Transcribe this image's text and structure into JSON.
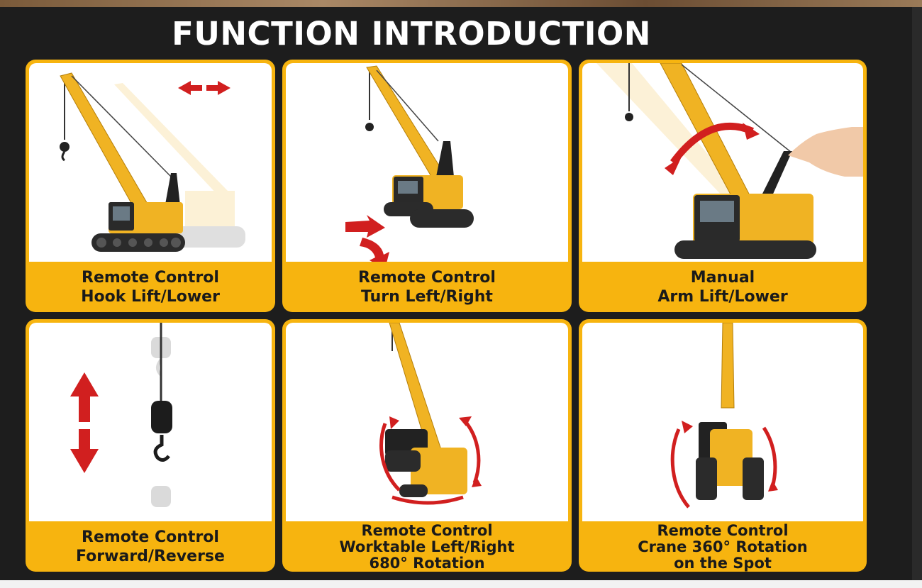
{
  "title": "FUNCTION INTRODUCTION",
  "colors": {
    "background": "#1d1d1d",
    "panel_yellow": "#f7b40f",
    "crane_yellow": "#f0b323",
    "arrow_red": "#d11f1f",
    "text_dark": "#1a1a1a"
  },
  "panels": [
    {
      "line1": "Remote Control",
      "line2": "Hook Lift/Lower",
      "icon": "crane-side-arrows-icon"
    },
    {
      "line1": "Remote Control",
      "line2": "Turn Left/Right",
      "icon": "crane-turn-arrow-icon"
    },
    {
      "line1": "Manual",
      "line2": "Arm Lift/Lower",
      "icon": "crane-arm-hand-icon"
    },
    {
      "line1": "Remote Control",
      "line2": "Forward/Reverse",
      "icon": "hook-updown-arrow-icon"
    },
    {
      "line1": "Remote Control",
      "line2": "Worktable Left/Right",
      "line3": "680° Rotation",
      "icon": "crane-rotation-arrows-icon"
    },
    {
      "line1": "Remote Control",
      "line2": "Crane 360° Rotation",
      "line3": "on the Spot",
      "icon": "crane-front-rotation-icon"
    }
  ]
}
